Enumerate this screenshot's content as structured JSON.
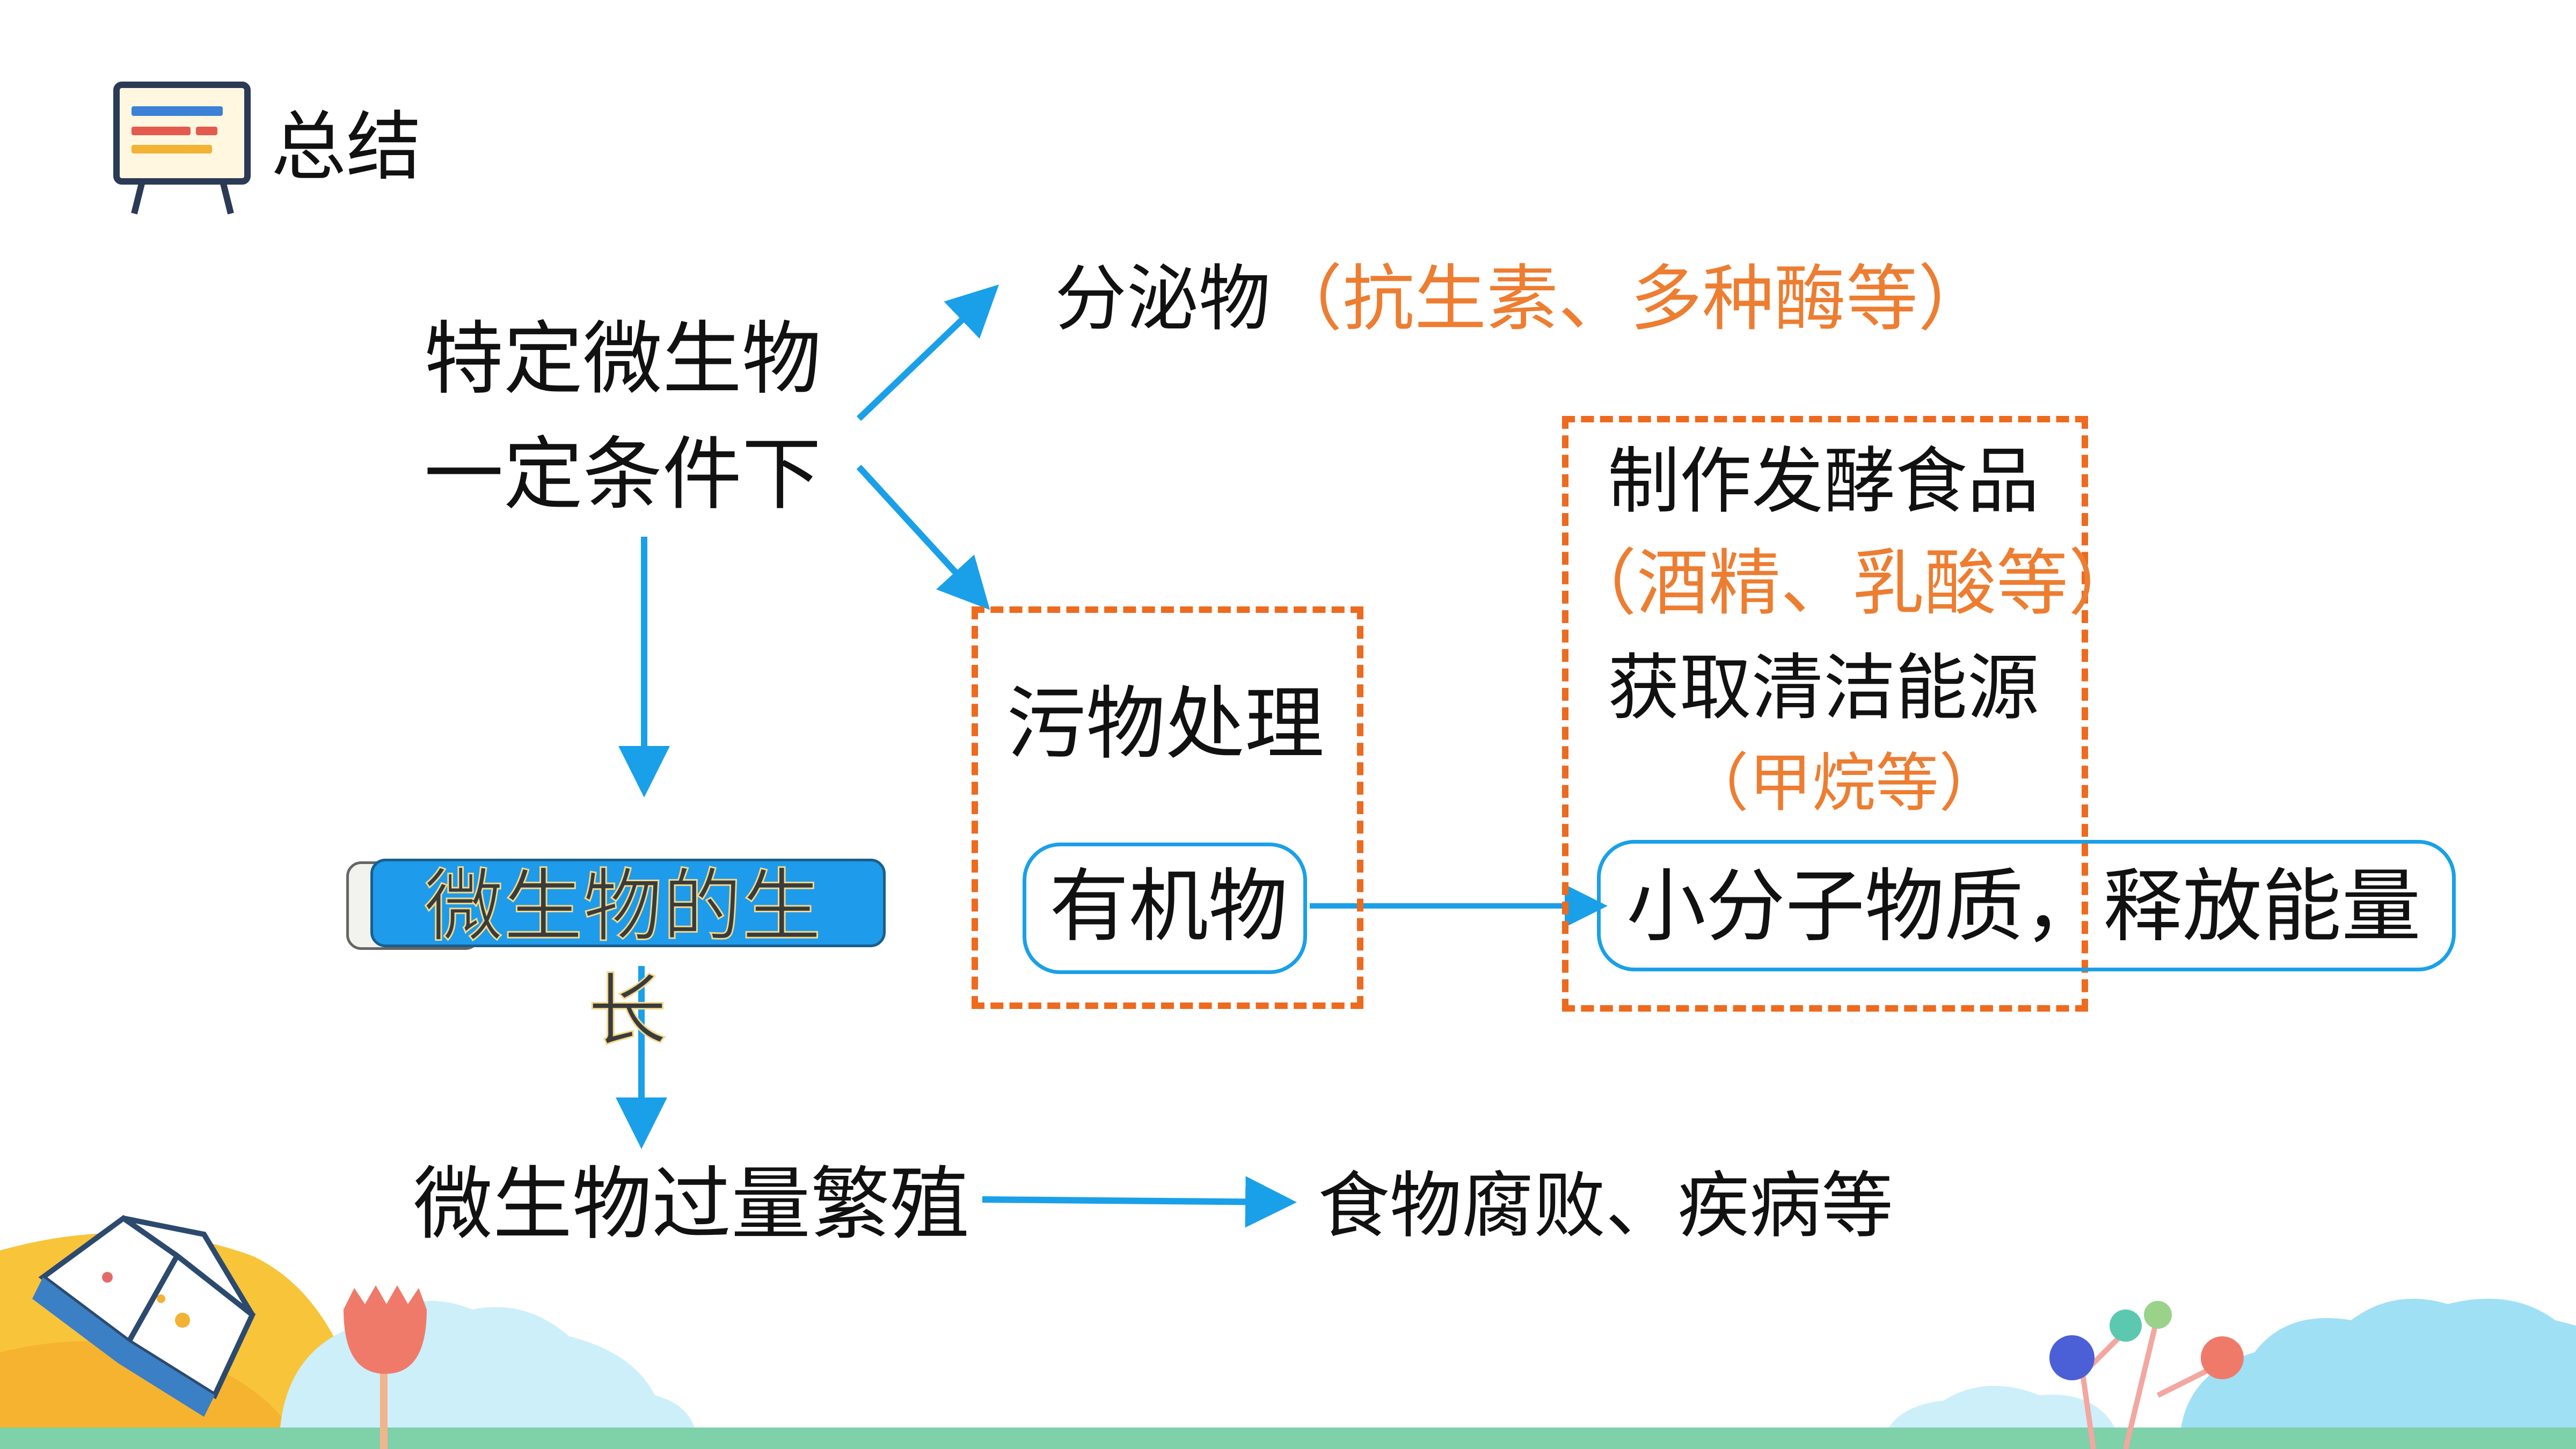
{
  "header": {
    "title": "总结",
    "icon": "presentation-board-icon"
  },
  "nodes": {
    "source_line1": "特定微生物",
    "source_line2": "一定条件下",
    "secretion_label": "分泌物",
    "secretion_detail": "（抗生素、多种酶等）",
    "ferment_label": "制作发酵食品",
    "ferment_detail": "（酒精、乳酸等）",
    "energy_label": "获取清洁能源",
    "energy_detail": "（甲烷等）",
    "sewage_label": "污物处理",
    "organic_label": "有机物",
    "small_molecules": "小分子物质，释放能量",
    "growth_line1": "微生物的生",
    "growth_line2": "长",
    "overgrowth": "微生物过量繁殖",
    "spoilage": "食物腐败、疾病等"
  },
  "colors": {
    "arrow": "#1AA0E8",
    "dash_box": "#ED6A1E",
    "accent_text": "#ED7D31",
    "button": "#1E9BEA"
  }
}
